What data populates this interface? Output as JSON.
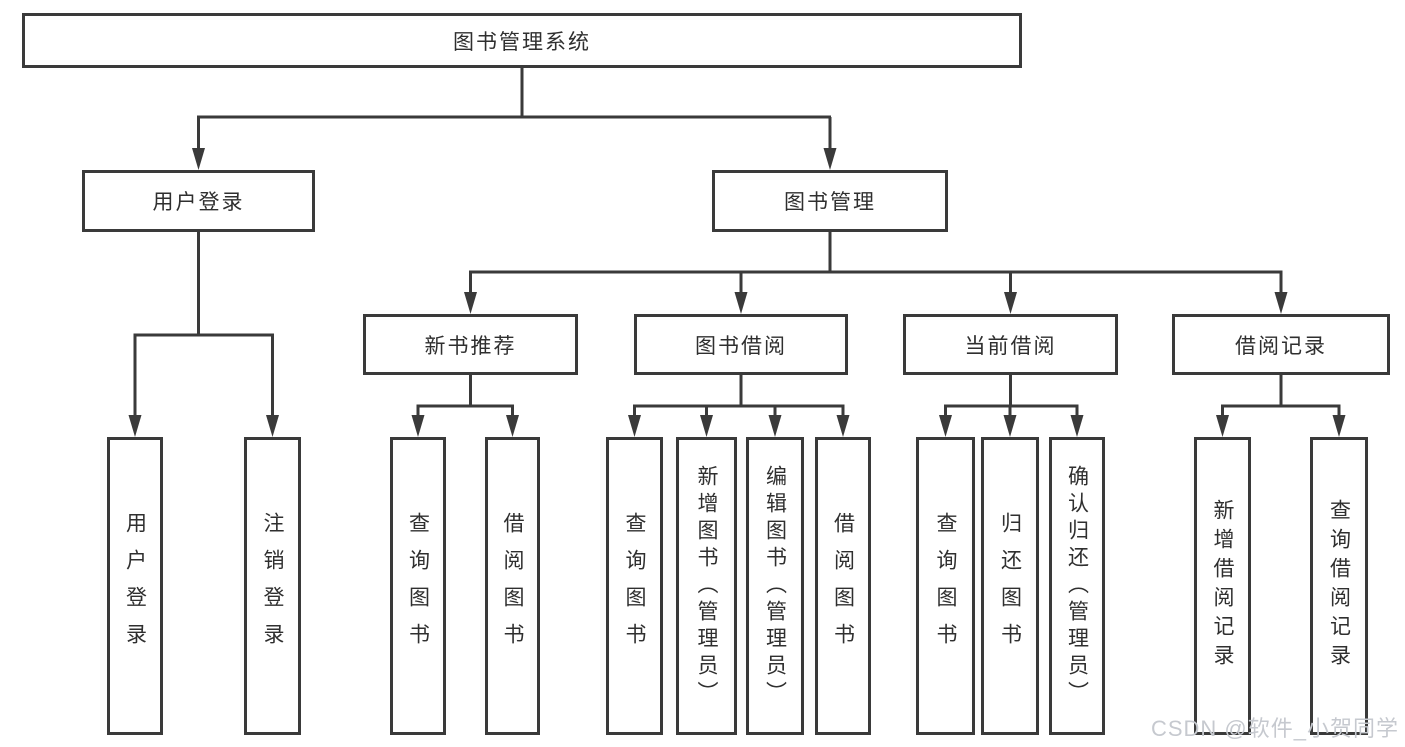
{
  "nodes": {
    "root": {
      "label": "图书管理系统"
    },
    "user_login": {
      "label": "用户登录"
    },
    "book_mgmt": {
      "label": "图书管理"
    },
    "new_book": {
      "label": "新书推荐"
    },
    "book_borrow": {
      "label": "图书借阅"
    },
    "current_borrow": {
      "label": "当前借阅"
    },
    "borrow_record": {
      "label": "借阅记录"
    },
    "ul_login": {
      "label": "用户登录"
    },
    "ul_logout": {
      "label": "注销登录"
    },
    "nb_query": {
      "label": "查询图书"
    },
    "nb_borrow": {
      "label": "借阅图书"
    },
    "bb_query": {
      "label": "查询图书"
    },
    "bb_add": {
      "label": "新增图书（管理员）"
    },
    "bb_edit": {
      "label": "编辑图书（管理员）"
    },
    "bb_borrow": {
      "label": "借阅图书"
    },
    "cb_query": {
      "label": "查询图书"
    },
    "cb_return": {
      "label": "归还图书"
    },
    "cb_confirm": {
      "label": "确认归还（管理员）"
    },
    "br_add": {
      "label": "新增借阅记录"
    },
    "br_query": {
      "label": "查询借阅记录"
    }
  },
  "watermark": "CSDN @软件_小贺同学",
  "colors": {
    "line": "#3a3a3a",
    "box_border": "#3a3a3a",
    "box_fill": "#ffffff",
    "text": "#2f2f2f",
    "watermark": "#c6c9cf"
  }
}
